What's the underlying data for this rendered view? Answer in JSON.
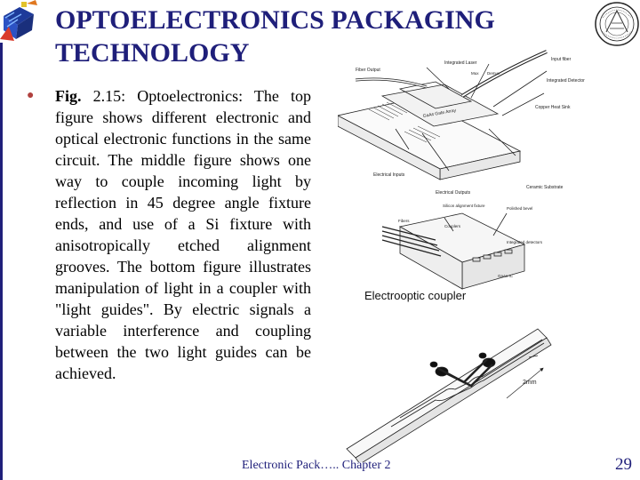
{
  "slide": {
    "title_line1": "OPTOELECTRONICS PACKAGING",
    "title_line2": "TECHNOLOGY",
    "bullet_bold": "Fig.",
    "bullet_text": " 2.15: Optoelectronics: The top figure shows different electronic and optical electronic functions in the same circuit. The middle figure shows one way to couple incoming light by reflection in 45 degree angle fixture ends, and use of a Si fixture with anisotropically etched alignment grooves. The bottom figure illustrates manipulation of light in a coupler with \"light guides\". By electric signals a variable interference and coupling between the two light guides can be achieved.",
    "footer": "Electronic Pack….. Chapter 2",
    "page_number": "29"
  },
  "figure_top": {
    "labels": {
      "fiber_output": "Fiber Output",
      "integrated_laser": "Integrated Laser",
      "mux": "Mux",
      "demux": "Demux",
      "input_fiber": "Input fiber",
      "integrated_detector": "Integrated Detector",
      "gate_array": "GaAs Gate Array",
      "copper_heat_sink": "Copper Heat Sink",
      "electrical_inputs": "Electrical Inputs",
      "electrical_outputs": "Electrical Outputs",
      "ceramic_substrate": "Ceramic Substrate"
    }
  },
  "figure_middle": {
    "labels": {
      "silicon_fixture": "Silicon alignment fixture",
      "polished_bevel": "Polished bevel",
      "fibers": "Fibers",
      "couplers": "Couplers",
      "integrated_detectors": "Integrated detectors",
      "saw_chip": "GaAs IC"
    }
  },
  "figure_bottom": {
    "caption": "Electrooptic coupler",
    "scale": "2mm"
  }
}
